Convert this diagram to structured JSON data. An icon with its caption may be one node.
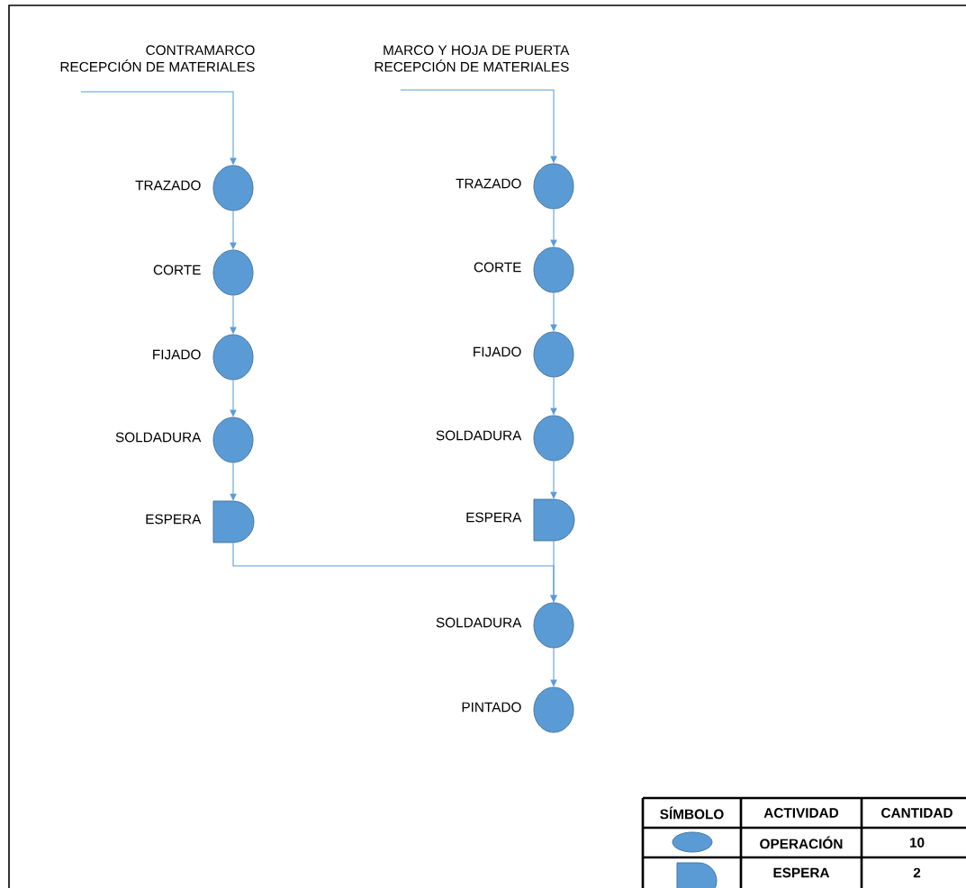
{
  "diagram": {
    "nodes": [
      {
        "text": [
          "CONTRAMARCO",
          "RECEPCIÓN DE MATERIALES"
        ]
      },
      {
        "text": [],
        "shape": "circle",
        "beside": [
          "TRAZADO"
        ]
      },
      {
        "text": [],
        "shape": "circle",
        "beside": [
          "CORTE"
        ]
      },
      {
        "text": [],
        "shape": "circle",
        "beside": [
          "FIJADO"
        ]
      },
      {
        "text": [],
        "shape": "circle",
        "beside": [
          "SOLDADURA"
        ]
      },
      {
        "text": [],
        "shape": "delay",
        "beside": [
          "ESPERA"
        ]
      },
      {
        "text": [
          "MARCO Y HOJA DE PUERTA",
          "RECEPCIÓN DE MATERIALES"
        ]
      },
      {
        "text": [],
        "shape": "circle",
        "beside": [
          "TRAZADO"
        ]
      },
      {
        "text": [],
        "shape": "circle",
        "beside": [
          "CORTE"
        ]
      },
      {
        "text": [],
        "shape": "circle",
        "beside": [
          "FIJADO"
        ]
      },
      {
        "text": [],
        "shape": "circle",
        "beside": [
          "SOLDADURA"
        ]
      },
      {
        "text": [],
        "shape": "delay",
        "beside": [
          "ESPERA"
        ]
      },
      {
        "text": [],
        "shape": "circle",
        "beside": [
          "SOLDADURA"
        ]
      },
      {
        "text": [],
        "shape": "circle",
        "beside": [
          "PINTADO"
        ]
      }
    ],
    "edges": [
      {
        "from": 0,
        "to": 1,
        "arrow": "to"
      },
      {
        "from": 1,
        "to": 2,
        "arrow": "to"
      },
      {
        "from": 2,
        "to": 3,
        "arrow": "to"
      },
      {
        "from": 3,
        "to": 4,
        "arrow": "to"
      },
      {
        "from": 4,
        "to": 5,
        "arrow": "to"
      },
      {
        "from": 6,
        "to": 7,
        "arrow": "to"
      },
      {
        "from": 7,
        "to": 8,
        "arrow": "to"
      },
      {
        "from": 8,
        "to": 9,
        "arrow": "to"
      },
      {
        "from": 9,
        "to": 10,
        "arrow": "to"
      },
      {
        "from": 10,
        "to": 11,
        "arrow": "to"
      },
      {
        "from": 5,
        "to": 12,
        "arrow": "to"
      },
      {
        "from": 11,
        "to": 12,
        "arrow": "to"
      },
      {
        "from": 12,
        "to": 13,
        "arrow": "to"
      }
    ],
    "labels": [
      "SÍMBOLO",
      "ACTIVIDAD",
      "CANTIDAD",
      "OPERACIÓN",
      "10",
      "ESPERA",
      "2"
    ]
  }
}
